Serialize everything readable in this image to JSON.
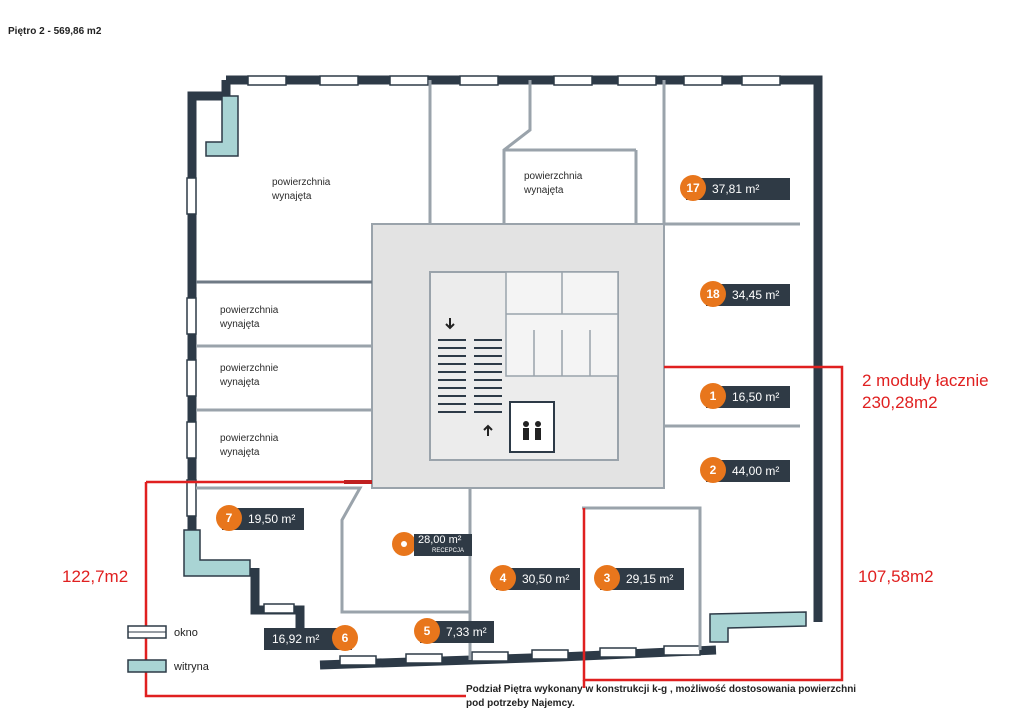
{
  "title": "Piętro 2 - 569,86 m2",
  "rooms": {
    "rented_top_left": [
      "powierzchnia",
      "wynajęta"
    ],
    "rented_top_mid": [
      "powierzchnia",
      "wynajęta"
    ],
    "rented_left_1": [
      "powierzchnia",
      "wynajęta"
    ],
    "rented_left_2": [
      "powierzchnie",
      "wynajęta"
    ],
    "rented_left_3": [
      "powierzchnia",
      "wynajęta"
    ]
  },
  "units": [
    {
      "id": "17",
      "area": "37,81 m²"
    },
    {
      "id": "18",
      "area": "34,45 m²"
    },
    {
      "id": "1",
      "area": "16,50 m²"
    },
    {
      "id": "2",
      "area": "44,00 m²"
    },
    {
      "id": "7",
      "area": "19,50 m²"
    },
    {
      "id": "4",
      "area": "30,50 m²"
    },
    {
      "id": "3",
      "area": "29,15 m²"
    },
    {
      "id": "5",
      "area": "7,33 m²"
    },
    {
      "id": "6",
      "area": "16,92 m²"
    }
  ],
  "reception": {
    "area": "28,00 m²",
    "label": "RECEPCJA"
  },
  "annotations": {
    "modules_line1": "2 moduły łacznie",
    "modules_line2": "230,28m2",
    "left_area": "122,7m2",
    "right_area": "107,58m2"
  },
  "legend": {
    "window": "okno",
    "storefront": "witryna"
  },
  "note": {
    "line1": "Podział Piętra wykonany w konstrukcji k-g , możliwość dostosowania powierzchni",
    "line2": "pod potrzeby Najemcy."
  },
  "colors": {
    "wall": "#2d3a47",
    "inner_wall": "#9aa3ab",
    "core": "#e3e3e3",
    "accent": "#e8761c",
    "label_bg": "#2f3a45",
    "red": "#e02020",
    "storefront": "#a9d4d4"
  }
}
